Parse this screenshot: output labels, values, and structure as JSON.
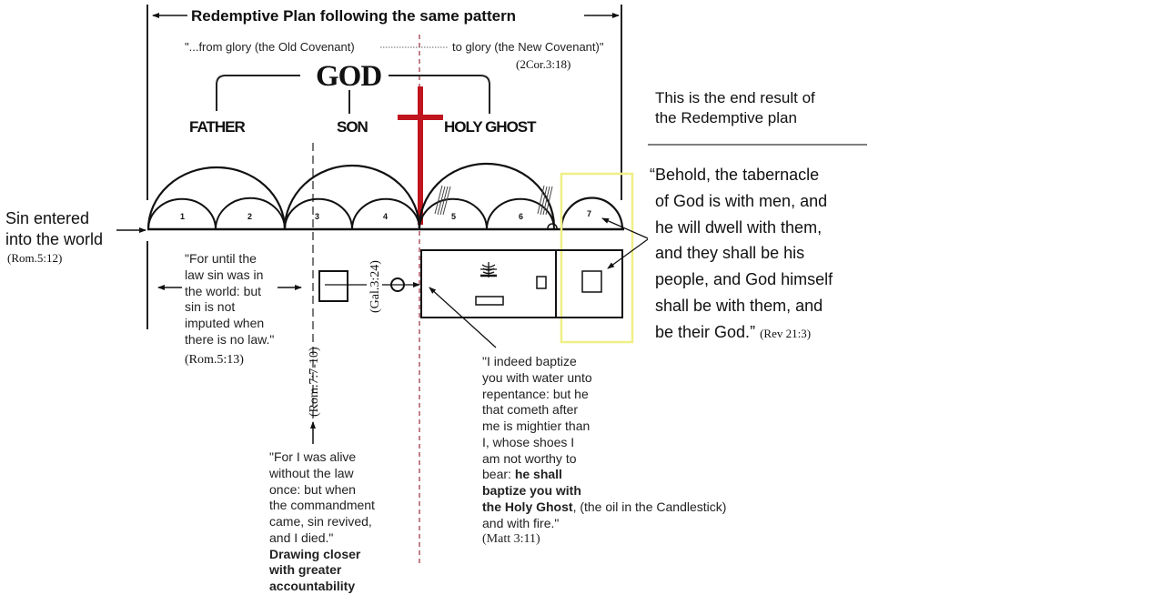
{
  "title": "Redemptive Plan following the same pattern",
  "covenant": {
    "from_text": "\"...from glory (the Old Covenant)",
    "to_text": "to glory (the New Covenant)\"",
    "reference": "(2Cor.3:18)"
  },
  "godhead": {
    "god": "GOD",
    "father": "FATHER",
    "son": "SON",
    "holy_ghost": "HOLY GHOST"
  },
  "dispensations": [
    "1",
    "2",
    "3",
    "4",
    "5",
    "6",
    "7"
  ],
  "sin_entered": {
    "line1": "Sin entered",
    "line2": "into the world",
    "reference": "(Rom.5:12)"
  },
  "quote_rom513": {
    "lines": [
      "\"For until the",
      "law sin was in",
      "the world: but",
      "sin is not",
      "imputed when",
      "there is no law.\""
    ],
    "reference": "(Rom.5:13)"
  },
  "ref_rom7": "(Rom.7:7-10)",
  "ref_gal": "(Gal.3:24)",
  "quote_rom7": {
    "lines": [
      "\"For I was alive",
      "without the law",
      "once: but when",
      "the commandment",
      "came, sin revived,",
      "and I died.\""
    ],
    "bold_lines": [
      "Drawing closer",
      "with greater",
      "accountability"
    ]
  },
  "quote_matt": {
    "lines": [
      "\"I indeed baptize",
      "you with water unto",
      "repentance: but he",
      "that cometh after",
      "me is mightier than",
      "I, whose shoes I",
      "am not worthy to"
    ],
    "bear_prefix": "bear: ",
    "bold_1": "he shall",
    "bold_2": "baptize you with",
    "bold_3": "the Holy Ghost",
    "after_bold": ", (the oil in the Candlestick)",
    "last_line": "and with fire.\"",
    "reference": "(Matt 3:11)"
  },
  "end_result": {
    "line1": "This is the end result of",
    "line2": "the Redemptive plan"
  },
  "rev_quote": {
    "lines": [
      "“Behold, the tabernacle",
      "of God is with men, and",
      "he will dwell with them,",
      "and they shall be his",
      "people, and God himself",
      "shall be with them, and"
    ],
    "last_line": "be their God.”",
    "reference": "(Rev 21:3)"
  },
  "colors": {
    "cross": "#c0141e",
    "divider_dashed": "#9b2a3a",
    "highlight_box": "#f0ef86",
    "ink": "#111111"
  }
}
